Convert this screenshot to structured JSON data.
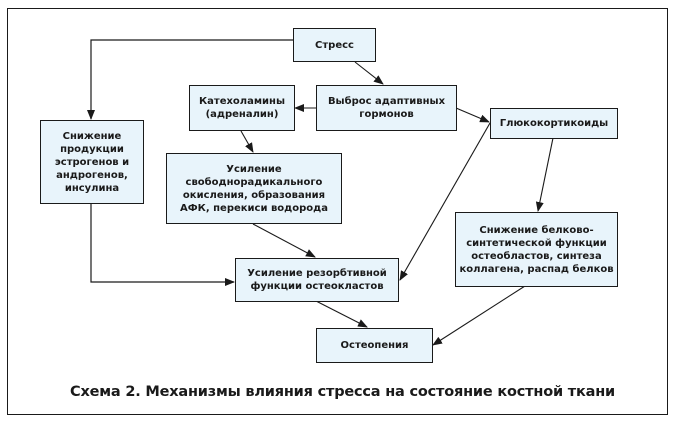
{
  "caption": "Схема 2. Механизмы влияния стресса на состояние костной ткани",
  "nodes": {
    "stress": "Стресс",
    "catecholamines": "Катехоламины\n(адреналин)",
    "hormone_release": "Выброс адаптивных\nгормонов",
    "glucocorticoids": "Глюкокортикоиды",
    "hormone_decrease": "Снижение\nпродукции\nэстрогенов и\nандрогенов,\nинсулина",
    "free_radical": "Усиление\nсвободнорадикального\nокисления, образования\nАФК, перекиси водорода",
    "resorption": "Усиление резорбтивной\nфункции остеокластов",
    "protein_synthesis": "Снижение белково-\nсинтетической функции\nостеобластов, синтеза\nколлагена, распад белков",
    "osteopenia": "Остеопения"
  },
  "edges": [
    {
      "from": "stress",
      "to": "hormone_decrease"
    },
    {
      "from": "stress",
      "to": "hormone_release"
    },
    {
      "from": "hormone_release",
      "to": "catecholamines"
    },
    {
      "from": "hormone_release",
      "to": "glucocorticoids"
    },
    {
      "from": "catecholamines",
      "to": "free_radical"
    },
    {
      "from": "free_radical",
      "to": "resorption"
    },
    {
      "from": "hormone_decrease",
      "to": "resorption"
    },
    {
      "from": "glucocorticoids",
      "to": "resorption"
    },
    {
      "from": "glucocorticoids",
      "to": "protein_synthesis"
    },
    {
      "from": "resorption",
      "to": "osteopenia"
    },
    {
      "from": "protein_synthesis",
      "to": "osteopenia"
    }
  ],
  "colors": {
    "box_fill": "#e8f4fb",
    "stroke": "#1a1a1a"
  }
}
